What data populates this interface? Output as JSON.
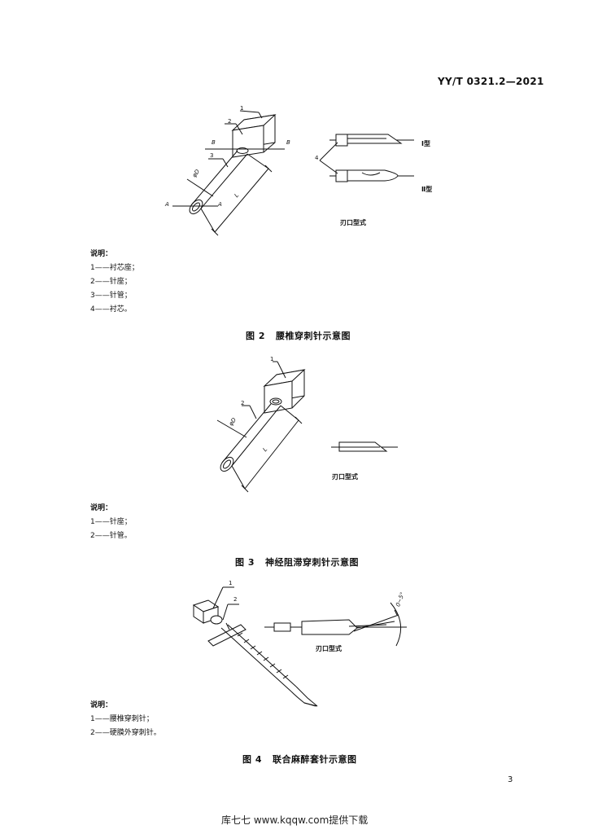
{
  "header": {
    "standard_code": "YY/T 0321.2—2021"
  },
  "figure2": {
    "labels": {
      "n1": "1",
      "n2": "2",
      "n3": "3",
      "n4": "4",
      "a": "A",
      "b": "B",
      "d": "φD",
      "l": "L"
    },
    "type1": "Ⅰ型",
    "type2": "Ⅱ型",
    "bevel_caption": "刃口型式",
    "legend_title": "说明：",
    "legend_items": [
      "1——衬芯座；",
      "2——针座；",
      "3——针管；",
      "4——衬芯。"
    ],
    "caption": "图 2   腰椎穿刺针示意图"
  },
  "figure3": {
    "labels": {
      "n1": "1",
      "n2": "2",
      "d": "φD",
      "l": "L"
    },
    "bevel_caption": "刃口型式",
    "legend_title": "说明：",
    "legend_items": [
      "1——针座；",
      "2——针管。"
    ],
    "caption": "图 3   神经阻滞穿刺针示意图"
  },
  "figure4": {
    "labels": {
      "n1": "1",
      "n2": "2",
      "angle": "0~5°"
    },
    "bevel_caption": "刃口型式",
    "legend_title": "说明：",
    "legend_items": [
      "1——腰椎穿刺针；",
      "2——硬膜外穿刺针。"
    ],
    "caption": "图 4   联合麻醉套针示意图"
  },
  "page_number": "3",
  "footer": {
    "watermark": "库七七  www.kqqw.com提供下载"
  }
}
